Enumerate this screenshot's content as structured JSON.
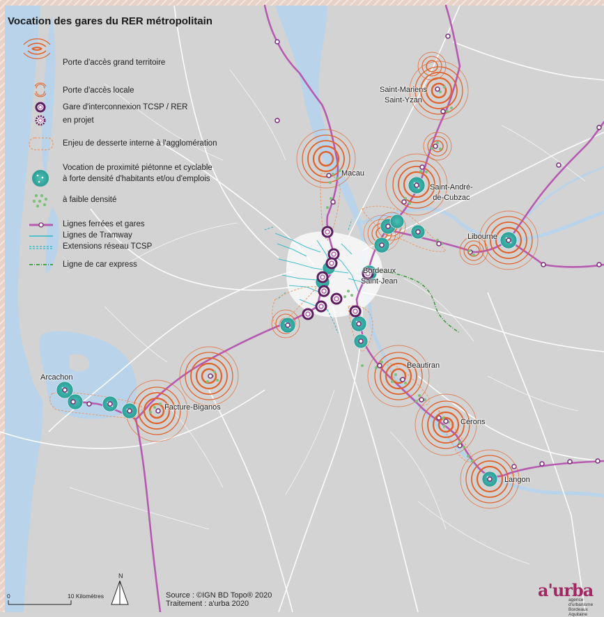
{
  "title": "Vocation des gares du RER métropolitain",
  "legend": {
    "items": [
      {
        "key": "porte_grand",
        "label": "Porte d'accès grand territoire"
      },
      {
        "key": "porte_locale",
        "label": "Porte d'accès locale"
      },
      {
        "key": "gare_interco",
        "label": "Gare d'interconnexion TCSP / RER"
      },
      {
        "key": "gare_projet",
        "label": "en projet"
      },
      {
        "key": "enjeu",
        "label": "Enjeu de desserte interne à l'agglomération"
      },
      {
        "key": "proximite_forte_1",
        "label": "Vocation de proximité piétonne et cyclable"
      },
      {
        "key": "proximite_forte_2",
        "label": "à forte densité d'habitants et/ou d'emplois"
      },
      {
        "key": "proximite_faible",
        "label": "à faible densité"
      },
      {
        "key": "ferre",
        "label": "Lignes ferrées et gares"
      },
      {
        "key": "tram",
        "label": "Lignes de Tramway"
      },
      {
        "key": "tcsp",
        "label": "Extensions réseau TCSP"
      },
      {
        "key": "car",
        "label": "Ligne de car express"
      }
    ]
  },
  "places": {
    "macau": "Macau",
    "saint_mariens_1": "Saint-Mariens",
    "saint_mariens_2": "Saint-Yzan",
    "saint_andre_1": "Saint-André-",
    "saint_andre_2": "de-Cubzac",
    "libourne": "Libourne",
    "bordeaux_1": "Bordeaux",
    "bordeaux_2": "Saint-Jean",
    "arcachon": "Arcachon",
    "facture": "Facture-Biganos",
    "beautiran": "Beautiran",
    "cerons": "Cérons",
    "langon": "Langon"
  },
  "scale": {
    "start": "0",
    "end": "10 Kilomètres"
  },
  "north": "N",
  "source": {
    "line1": "Source : ©IGN BD Topo® 2020",
    "line2": "Traitement : a'urba 2020"
  },
  "logo": {
    "name": "a'urba",
    "sub1": "agence d'urbanisme",
    "sub2": "Bordeaux Aquitaine"
  },
  "colors": {
    "background": "#d4d4d4",
    "water": "#b9d3ea",
    "rail": "#b55ab0",
    "station_outline": "#5c1d60",
    "access_ring": "#e0622b",
    "enjeu": "#e89a6a",
    "proximity": "#2fa7a0",
    "low_density": "#7cc07a",
    "tram": "#2fb8c8",
    "car": "#3a9a3a"
  }
}
